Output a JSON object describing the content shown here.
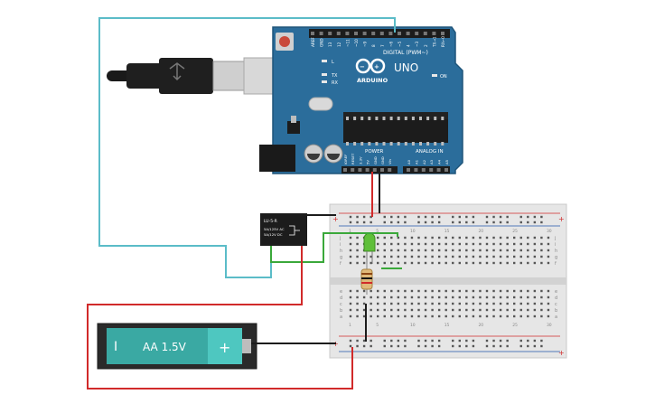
{
  "arduino": {
    "brand": "ARDUINO",
    "model": "UNO",
    "digital_header": "DIGITAL (PWM~)",
    "analog_header": "ANALOG IN",
    "power_header": "POWER",
    "on_label": "ON",
    "tx_label": "TX",
    "rx_label": "RX",
    "l_label": "L",
    "digital_pins": [
      "AREF",
      "GND",
      "13",
      "12",
      "~11",
      "~10",
      "~9",
      "8",
      "7",
      "~6",
      "~5",
      "4",
      "~3",
      "2",
      "TX→1",
      "RX←0"
    ],
    "power_pins": [
      "IOREF",
      "RESET",
      "3.3V",
      "5V",
      "GND",
      "GND",
      "Vin"
    ],
    "analog_pins": [
      "A0",
      "A1",
      "A2",
      "A3",
      "A4",
      "A5"
    ]
  },
  "relay": {
    "label": "LU-5-R",
    "line1": "5A/125V AC",
    "line2": "5A/12V DC"
  },
  "battery": {
    "label": "AA 1.5V",
    "minus": "I",
    "plus": "+"
  },
  "breadboard": {
    "row_labels_top": [
      "j",
      "i",
      "h",
      "g",
      "f"
    ],
    "row_labels_bottom": [
      "e",
      "d",
      "c",
      "b",
      "a"
    ],
    "column_numbers": [
      "1",
      "5",
      "10",
      "15",
      "20",
      "25",
      "30"
    ],
    "plus_sign": "+",
    "minus_sign": "−"
  },
  "colors": {
    "board": "#2b6d9b",
    "board_dark": "#1f557a",
    "wire_red": "#d12a2a",
    "wire_black": "#1c1c1c",
    "wire_cyan": "#5bbcc8",
    "wire_green": "#3aa83a",
    "battery_teal": "#3aa9a3",
    "battery_body": "#2a2a2a",
    "breadboard": "#e6e6e6",
    "led": "#5fbf3a"
  }
}
